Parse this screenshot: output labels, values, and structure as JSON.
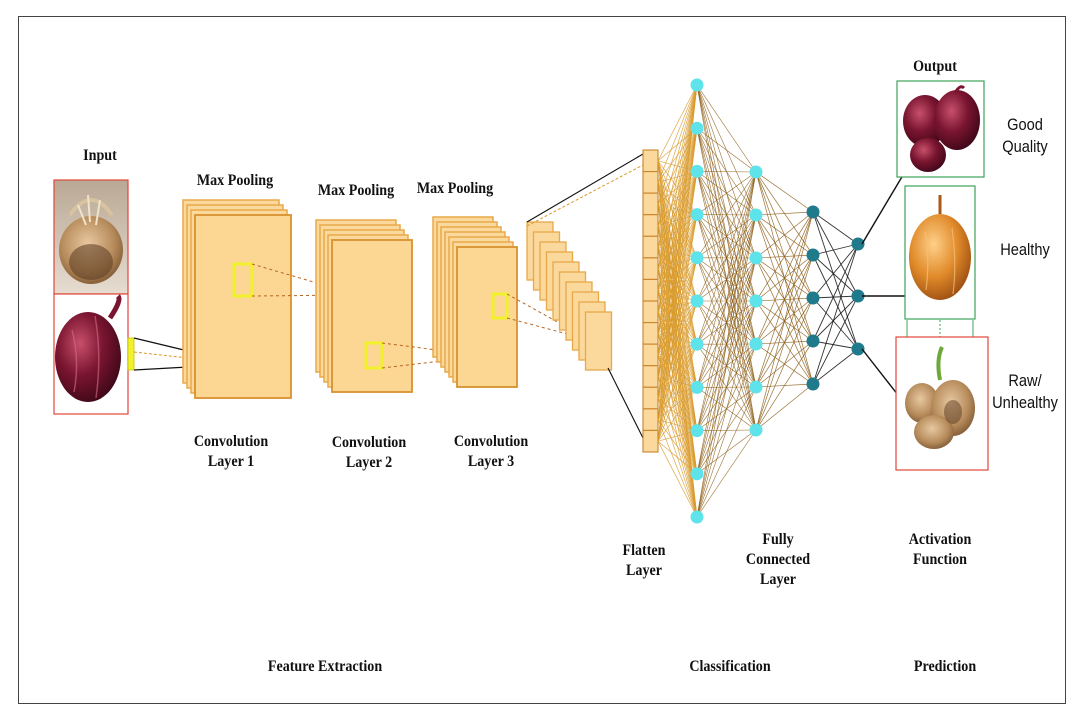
{
  "input": {
    "label": "Input"
  },
  "conv_layers": [
    {
      "label_line1": "Convolution",
      "label_line2": "Layer 1"
    },
    {
      "label_line1": "Convolution",
      "label_line2": "Layer 2"
    },
    {
      "label_line1": "Convolution",
      "label_line2": "Layer 3"
    }
  ],
  "pooling_labels": [
    "Max Pooling",
    "Max Pooling",
    "Max Pooling"
  ],
  "flatten": {
    "line1": "Flatten",
    "line2": "Layer"
  },
  "fully_connected": {
    "line1": "Fully",
    "line2": "Connected",
    "line3": "Layer"
  },
  "activation": {
    "line1": "Activation",
    "line2": "Function"
  },
  "output": {
    "label": "Output",
    "classes": [
      {
        "line1": "Good",
        "line2": "Quality"
      },
      {
        "line1": "Healthy"
      },
      {
        "line1": "Raw/",
        "line2": "Unhealthy"
      }
    ]
  },
  "sections": {
    "feature_extraction": "Feature Extraction",
    "classification": "Classification",
    "prediction": "Prediction"
  },
  "colors": {
    "feature_map_fill": "#fbd89c",
    "feature_map_edge": "#e8a94a",
    "highlight": "#f1f22b",
    "neuron_cyan": "#5fe3ea",
    "neuron_teal": "#1f7a8c",
    "connection": "#d99a2b",
    "border_red": "#e0463a",
    "border_green": "#3da35a"
  }
}
